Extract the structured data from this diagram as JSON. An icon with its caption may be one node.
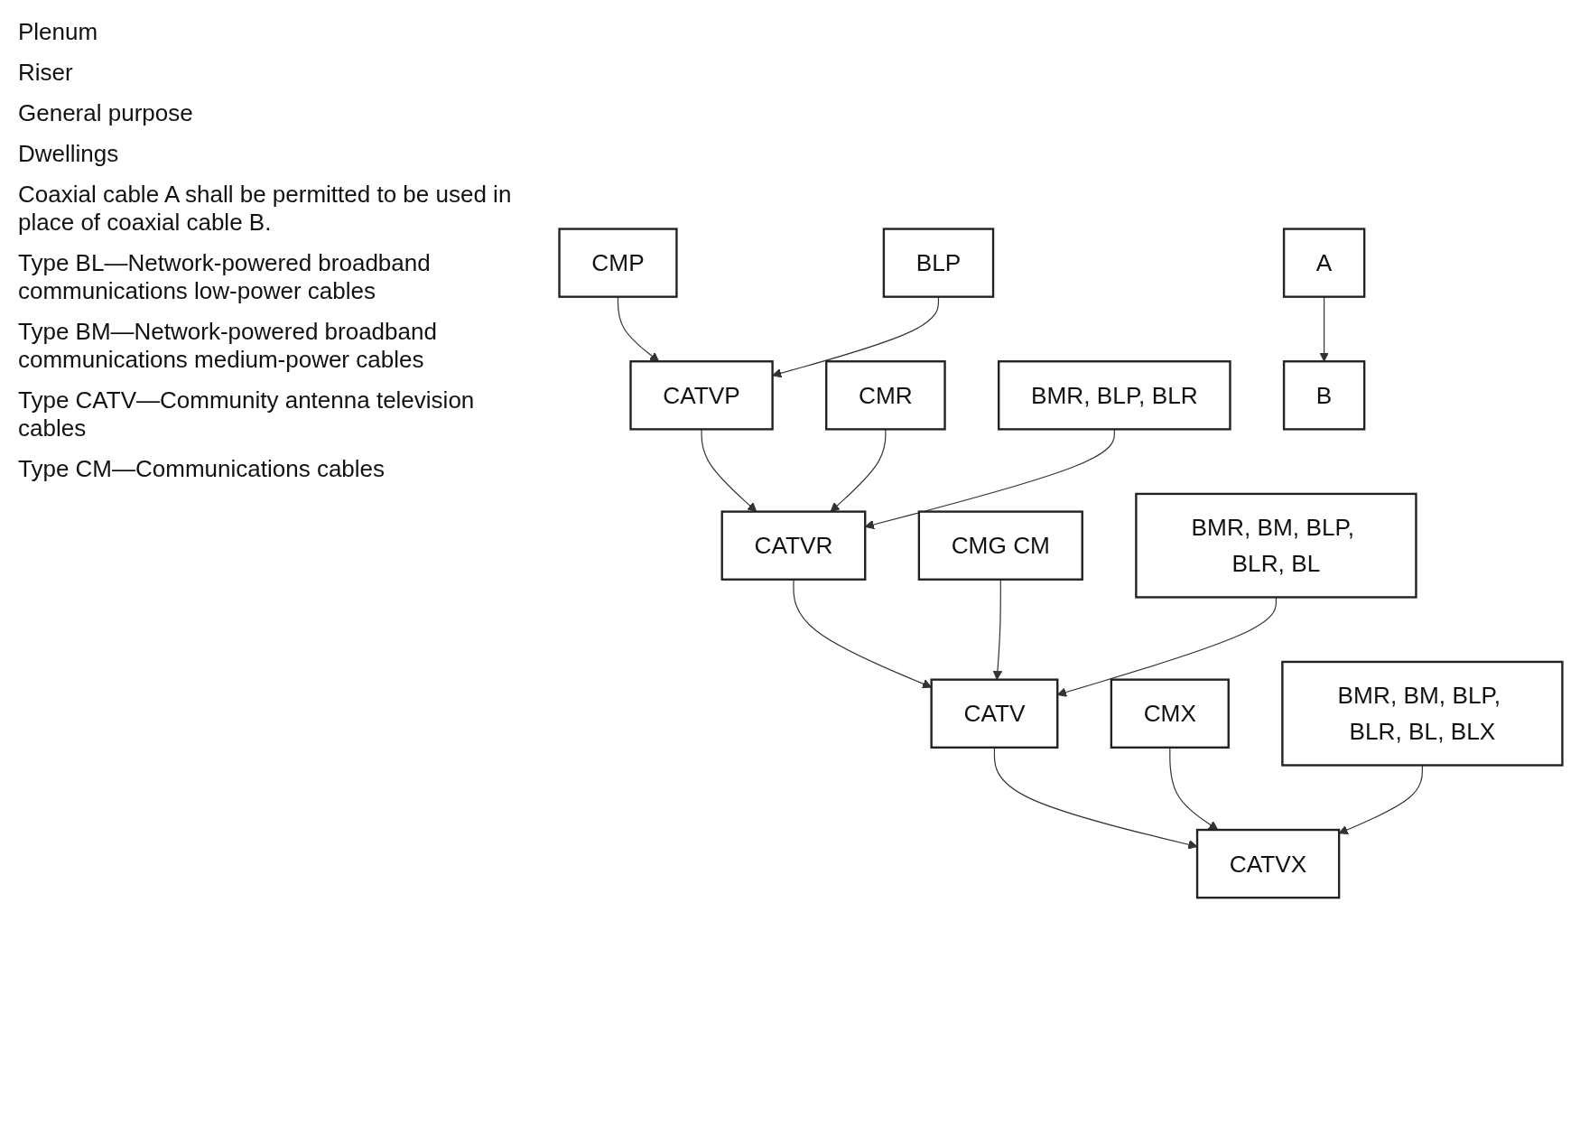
{
  "diagram": {
    "nodes": [
      {
        "text": [
          "CMP"
        ]
      },
      {
        "text": [
          "CATVP"
        ]
      },
      {
        "text": [
          "BLP"
        ]
      },
      {
        "text": [
          "CMR"
        ]
      },
      {
        "text": [
          "CATVR"
        ]
      },
      {
        "text": [
          "BMR, BLP, BLR"
        ]
      },
      {
        "text": [
          "CMG CM"
        ]
      },
      {
        "text": [
          "CATV"
        ]
      },
      {
        "text": [
          "BMR, BM, BLP, BLR, BL"
        ]
      },
      {
        "text": [
          "CMX"
        ]
      },
      {
        "text": [
          "CATVX"
        ]
      },
      {
        "text": [
          "BMR, BM, BLP, BLR, BL, BLX"
        ]
      },
      {
        "text": [
          "A"
        ]
      },
      {
        "text": [
          "B"
        ]
      }
    ],
    "edges": [
      {
        "from": 0,
        "to": 1,
        "arrow": "to"
      },
      {
        "from": 2,
        "to": 1,
        "arrow": "to"
      },
      {
        "from": 1,
        "to": 4,
        "arrow": "to"
      },
      {
        "from": 3,
        "to": 4,
        "arrow": "to"
      },
      {
        "from": 5,
        "to": 4,
        "arrow": "to"
      },
      {
        "from": 4,
        "to": 7,
        "arrow": "to"
      },
      {
        "from": 6,
        "to": 7,
        "arrow": "to"
      },
      {
        "from": 8,
        "to": 7,
        "arrow": "to"
      },
      {
        "from": 7,
        "to": 10,
        "arrow": "to"
      },
      {
        "from": 9,
        "to": 10,
        "arrow": "to"
      },
      {
        "from": 11,
        "to": 10,
        "arrow": "to"
      },
      {
        "from": 12,
        "to": 13,
        "arrow": "to"
      }
    ],
    "labels": [
      "Plenum",
      "Riser",
      "General purpose",
      "Dwellings",
      "Coaxial cable A shall be permitted to be used in place of coaxial cable B.",
      "Type BL—Network-powered broadband communications low-power cables",
      "Type BM—Network-powered broadband communications medium-power cables",
      "Type CATV—Community antenna television cables",
      "Type CM—Communications cables"
    ]
  }
}
